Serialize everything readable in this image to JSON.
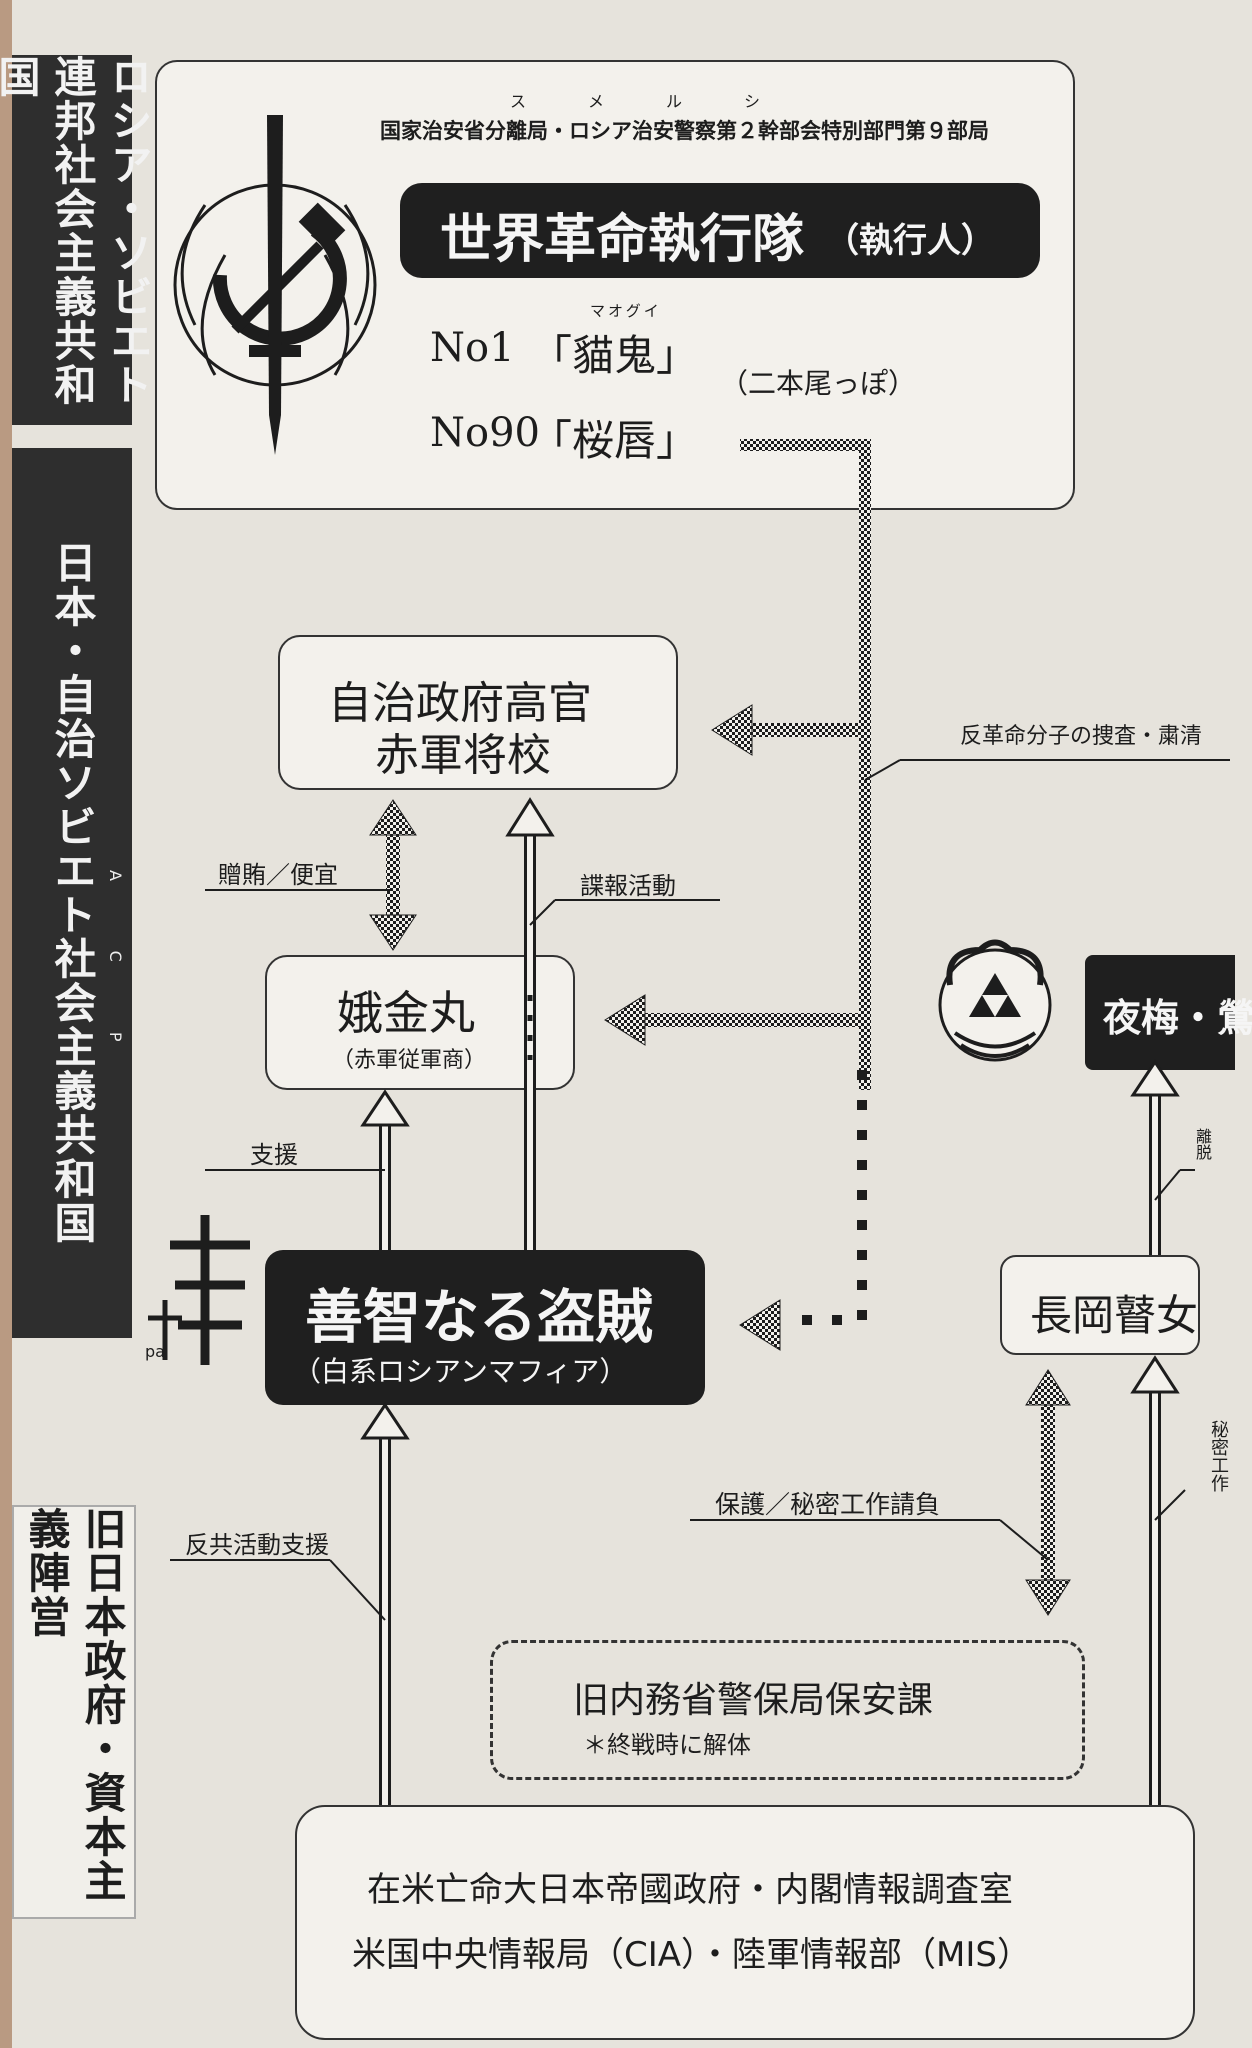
{
  "sidebar": {
    "soviet_union": "ロシア・ソビエト連邦社会主義共和国",
    "japan_acp": "日本・自治ソビエト社会主義共和国",
    "japan_acp_ruby": "ACP",
    "old_japan": "旧日本政府・資本主義陣営"
  },
  "top_box": {
    "ruby": "スメルシ",
    "org_line": "国家治安省分離局・ロシア治安警察第２幹部会特別部門第９部局",
    "title": "世界革命執行隊",
    "title_suffix": "（執行人）",
    "member1_no": "No1",
    "member1_name": "「貓鬼」",
    "member1_ruby": "マオグイ",
    "member1_note": "（二本尾っぽ）",
    "member2_no": "No90",
    "member2_name": "「桜唇」"
  },
  "nodes": {
    "officials_line1": "自治政府高官",
    "officials_line2": "赤軍将校",
    "gakinmaru": "娥金丸",
    "gakinmaru_sub": "（赤軍従軍商）",
    "thief": "善智なる盗賊",
    "thief_sub": "（白系ロシアンマフィア）",
    "yobai": "夜梅・鶯",
    "nagaoka": "長岡瞽女",
    "old_ministry": "旧内務省警保局保安課",
    "old_ministry_note": "＊終戦時に解体",
    "bottom_line1": "在米亡命大日本帝國政府・内閣情報調査室",
    "bottom_line2": "米国中央情報局（CIA）・陸軍情報部（MIS）"
  },
  "edges": {
    "purge": "反革命分子の捜査・粛清",
    "bribe": "贈賄／便宜",
    "espionage": "諜報活動",
    "support": "支援",
    "anticommunist": "反共活動支援",
    "protection": "保護／秘密工作請負",
    "defect": "離脱",
    "secret_work": "秘密工作"
  },
  "icons": {
    "soviet_emblem": "hammer-sickle-dagger-icon",
    "pa_cross": "cross-icon",
    "pa_label": "pa",
    "yobai_emblem": "triforce-crest-icon"
  },
  "colors": {
    "ink": "#1d1d1d",
    "paper": "#f3f1ec",
    "dark_box": "#1f1f1f"
  }
}
